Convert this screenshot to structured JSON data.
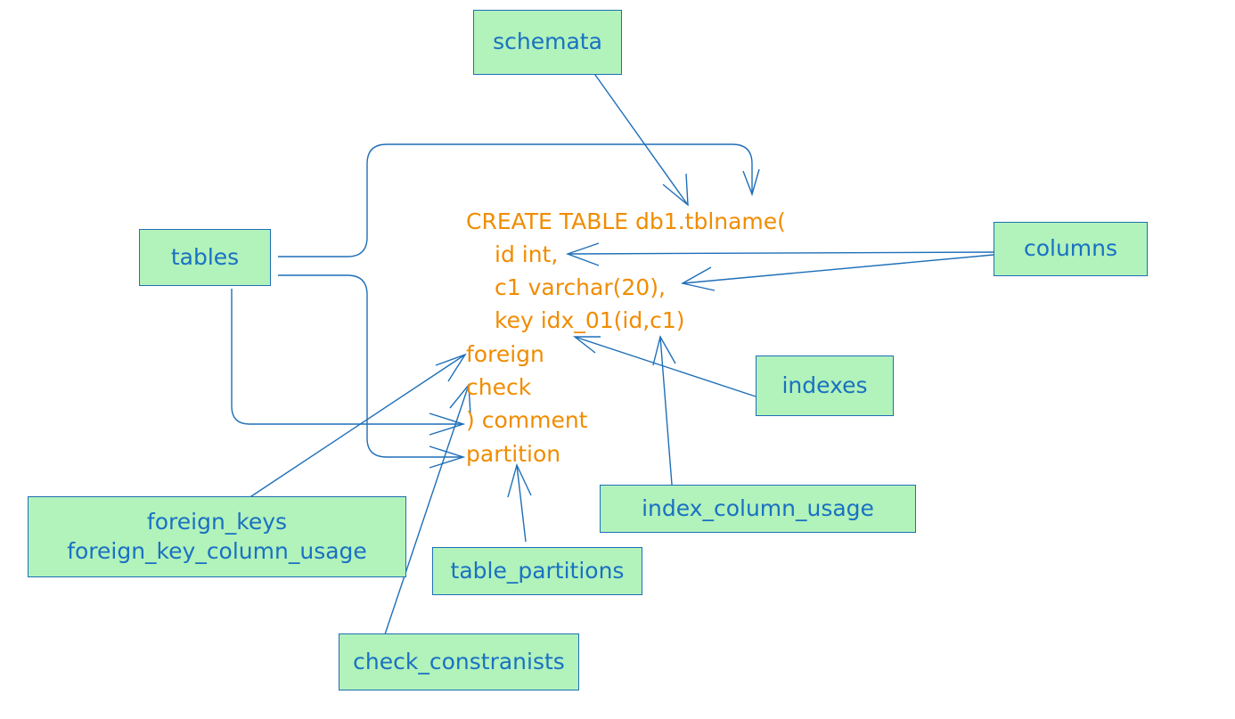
{
  "boxes": {
    "schemata": "schemata",
    "tables": "tables",
    "columns": "columns",
    "indexes": "indexes",
    "index_column_usage": "index_column_usage",
    "foreign_keys_line1": "foreign_keys",
    "foreign_keys_line2": "foreign_key_column_usage",
    "table_partitions": "table_partitions",
    "check_constraints": "check_constranists"
  },
  "sql_lines": [
    "CREATE TABLE db1.tblname(",
    "id int,",
    "c1 varchar(20),",
    "key idx_01(id,c1)",
    "foreign",
    "check",
    ") comment",
    "partition"
  ],
  "colors": {
    "box_fill": "#b2f2bb",
    "box_text": "#1971c2",
    "arrow": "#1e6fb8",
    "sql_text": "#f08c00"
  }
}
